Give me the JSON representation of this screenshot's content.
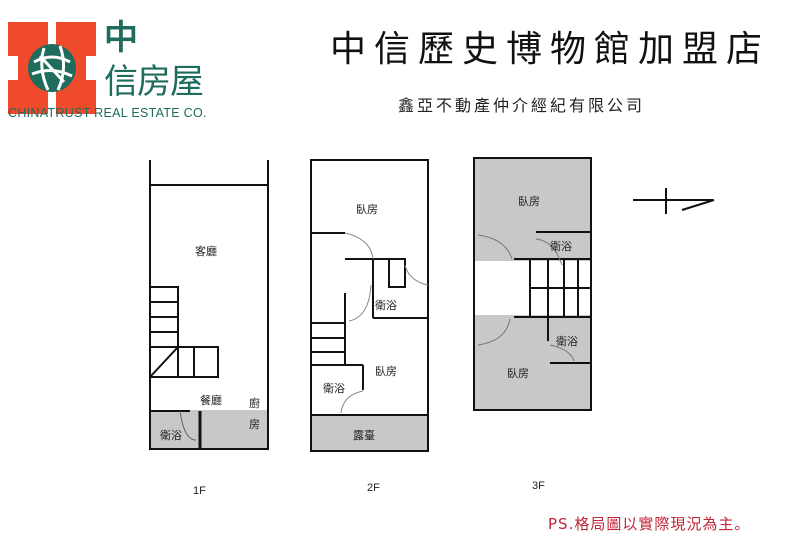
{
  "logo": {
    "brand_cn_line1": "中",
    "brand_cn_line2": "信房屋",
    "brand_en": "CHINATRUST REAL ESTATE CO.",
    "colors": {
      "red": "#ef4a2b",
      "green": "#1f6b5c"
    }
  },
  "header": {
    "title": "中信歷史博物館加盟店",
    "subtitle": "鑫亞不動產仲介經紀有限公司"
  },
  "floors": [
    {
      "label": "1F",
      "rooms": [
        {
          "name": "客廳"
        },
        {
          "name": "餐廳"
        },
        {
          "name": "廚"
        },
        {
          "name": "房"
        },
        {
          "name": "衛浴"
        }
      ]
    },
    {
      "label": "2F",
      "rooms": [
        {
          "name": "臥房"
        },
        {
          "name": "衛浴"
        },
        {
          "name": "臥房"
        },
        {
          "name": "衛浴"
        },
        {
          "name": "露臺"
        }
      ]
    },
    {
      "label": "3F",
      "rooms": [
        {
          "name": "臥房"
        },
        {
          "name": "衛浴"
        },
        {
          "name": "衛浴"
        },
        {
          "name": "臥房"
        }
      ]
    }
  ],
  "compass": {
    "icon": "north-arrow-icon"
  },
  "footer": {
    "note": "PS.格局圖以實際現況為主。"
  },
  "colors": {
    "shaded_area": "#c8c8c8",
    "wall": "#111111",
    "note": "#c0263a"
  }
}
